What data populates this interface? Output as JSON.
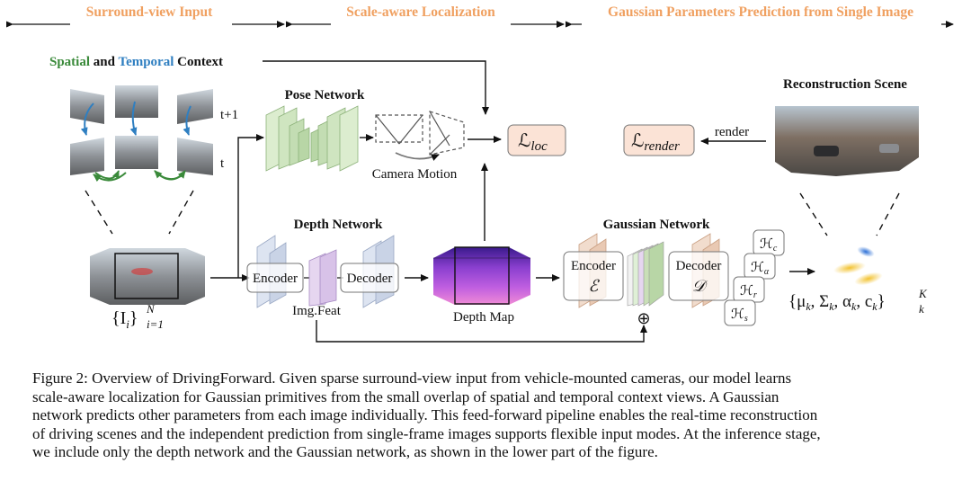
{
  "sections": {
    "surround_view": "Surround-view Input",
    "scale_aware": "Scale-aware Localization",
    "gaussian_params": "Gaussian Parameters Prediction from Single Image"
  },
  "context_label": {
    "spatial": "Spatial",
    "and": " and ",
    "temporal": "Temporal",
    "context": " Context"
  },
  "time_labels": {
    "next": "t+1",
    "current": "t"
  },
  "pose_network": {
    "title": "Pose Network",
    "motion": "Camera Motion"
  },
  "depth_network": {
    "title": "Depth Network",
    "encoder": "Encoder",
    "decoder": "Decoder",
    "feat": "Img.Feat"
  },
  "depth_map_label": "Depth Map",
  "gaussian_network": {
    "title": "Gaussian Network",
    "encoder": "Encoder",
    "decoder": "Decoder",
    "enc_sym": "ℰ",
    "dec_sym": "𝒟"
  },
  "heads": [
    "ℋ",
    "ℋ",
    "ℋ",
    "ℋ"
  ],
  "head_subs": [
    "c",
    "α",
    "r",
    "s"
  ],
  "loss_loc": {
    "base": "ℒ",
    "sub": "loc"
  },
  "loss_render": {
    "base": "ℒ",
    "sub": "render"
  },
  "render_label": "render",
  "reconstruction_title": "Reconstruction Scene",
  "input_set": {
    "base": "{I",
    "sub_i": "i",
    "close": "}",
    "sup": "N",
    "sub": "i=1"
  },
  "gaussian_set": {
    "text": "{μ",
    "k1": "k",
    "s": ", Σ",
    "k2": "k",
    "a": ", α",
    "k3": "k",
    "c": ", c",
    "k4": "k",
    "close": "}",
    "sup": "K",
    "sub": "k"
  },
  "oplus": "⊕",
  "caption": [
    "Figure 2: Overview of DrivingForward. Given sparse surround-view input from vehicle-mounted cameras, our model learns",
    "scale-aware localization for Gaussian primitives from the small overlap of spatial and temporal context views. A Gaussian",
    "network predicts other parameters from each image individually. This feed-forward pipeline enables the real-time reconstruction",
    "of driving scenes and the independent prediction from single-frame images supports flexible input modes. At the inference stage,",
    "we include only the depth network and the Gaussian network, as shown in the lower part of the figure."
  ],
  "colors": {
    "section": "#f0a060",
    "spatial": "#3a8a3a",
    "temporal": "#2f7fc1",
    "pose": "#cfe5c0",
    "depth_enc": "#c9d3e6",
    "gauss_enc": "#e9c9b3",
    "feat": "#d8c2e8",
    "loss_fill": "#fbe3d6"
  }
}
